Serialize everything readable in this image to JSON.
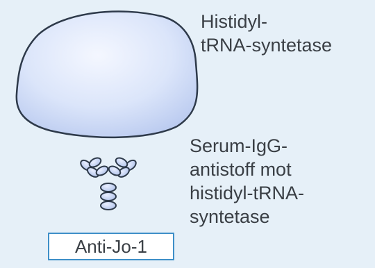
{
  "enzyme": {
    "label_lines": [
      "Histidyl-",
      "tRNA-syntetase"
    ]
  },
  "antibody": {
    "label_lines": [
      "Serum-IgG-",
      "antistoff mot",
      "histidyl-tRNA-",
      "syntetase"
    ]
  },
  "box": {
    "label": "Anti-Jo-1"
  },
  "colors": {
    "background": "#e6f0f8",
    "shape_fill": "#c8d6f2",
    "shape_stroke": "#2e3a4a",
    "box_border": "#3e8fc8",
    "text": "#3a3f45"
  }
}
